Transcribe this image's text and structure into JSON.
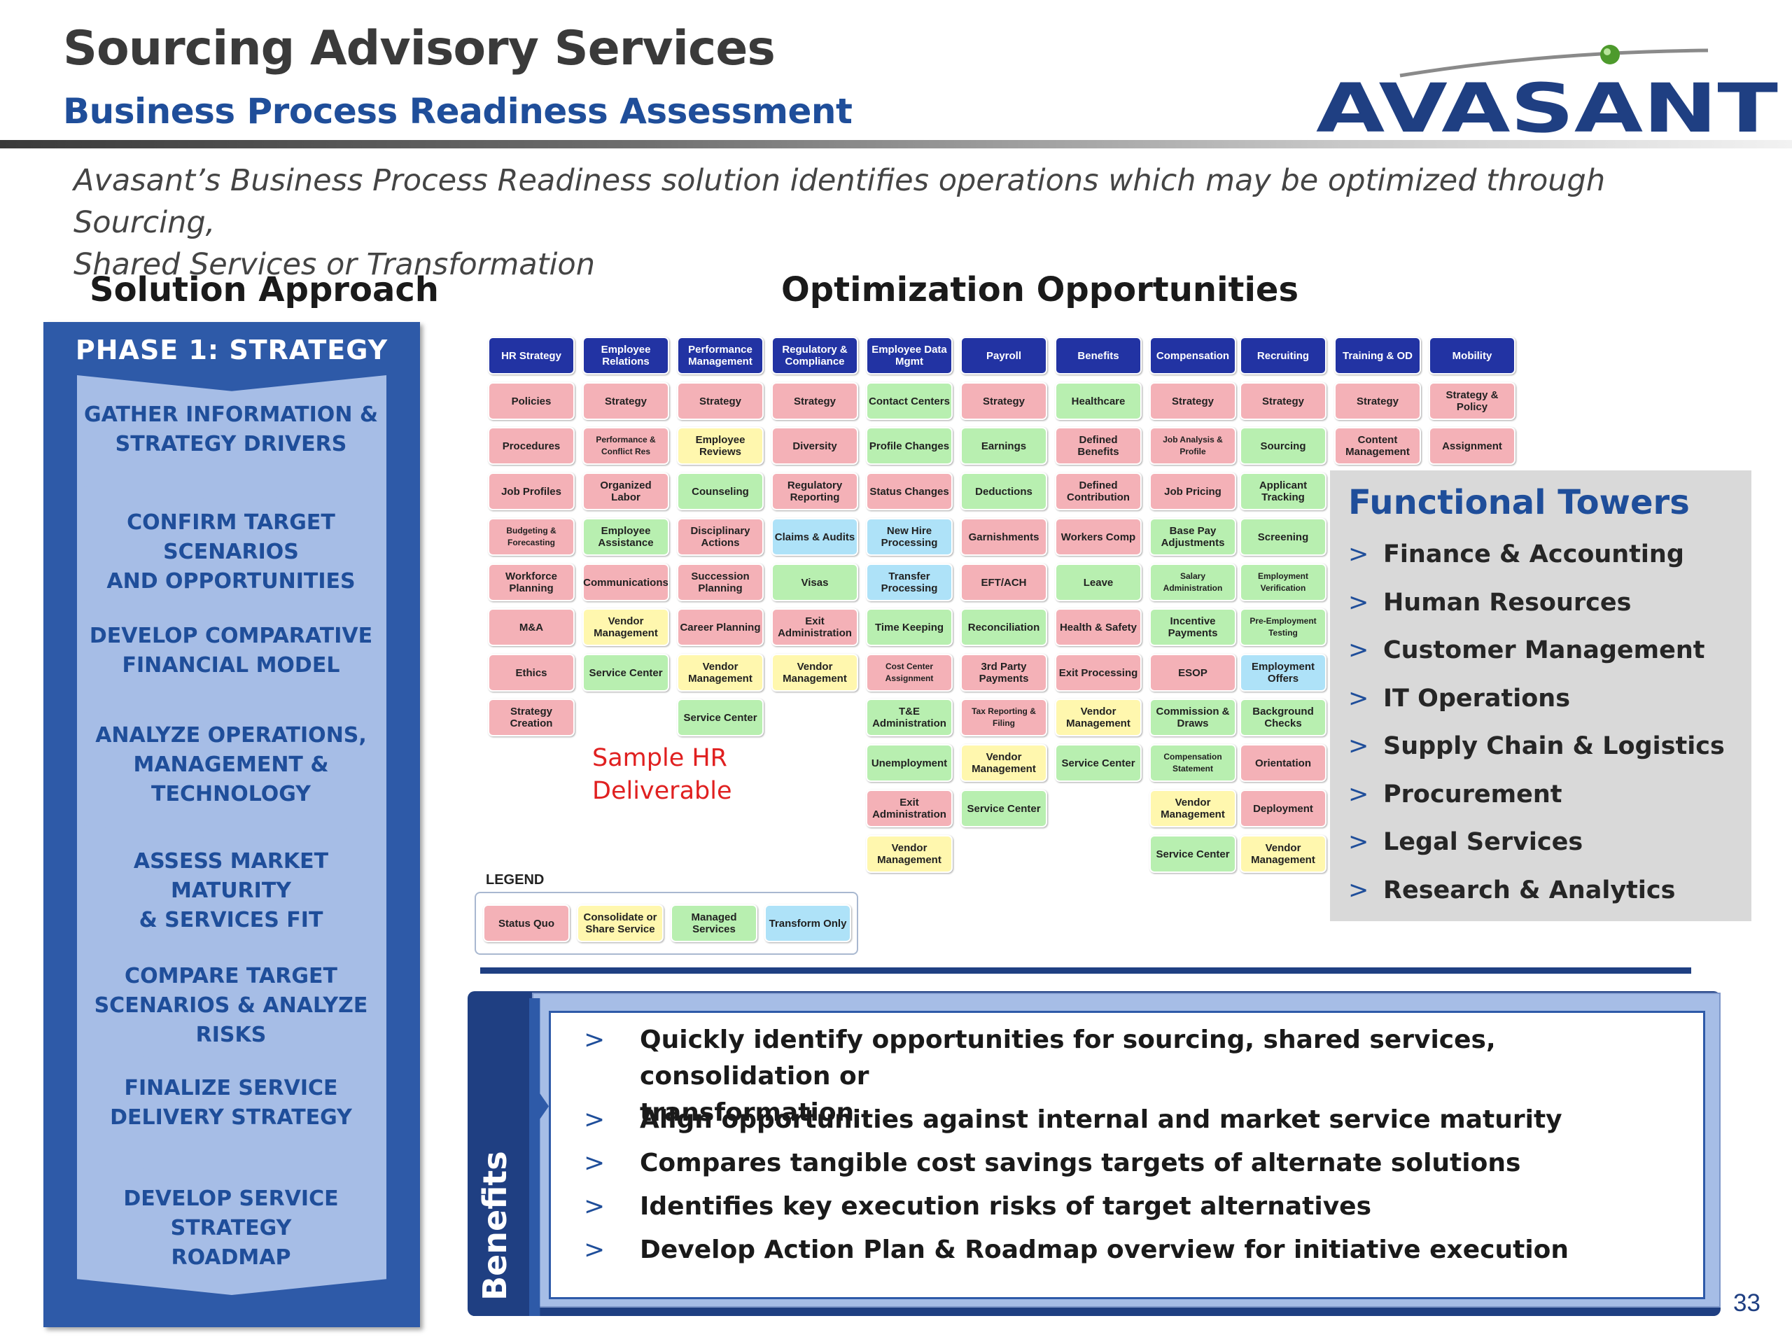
{
  "header": {
    "title": "Sourcing Advisory Services",
    "subtitle": "Business Process Readiness Assessment",
    "logo_text": "AVASANT",
    "tagline_line1": "Avasant’s Business Process Readiness solution identifies operations which may be optimized through Sourcing,",
    "tagline_line2": "Shared Services or Transformation"
  },
  "solution": {
    "title": "Solution Approach",
    "phase_title": "PHASE 1: STRATEGY",
    "steps": [
      [
        "GATHER INFORMATION &",
        "STRATEGY DRIVERS"
      ],
      [
        "CONFIRM TARGET SCENARIOS",
        "AND OPPORTUNITIES"
      ],
      [
        "DEVELOP COMPARATIVE",
        "FINANCIAL MODEL"
      ],
      [
        "ANALYZE OPERATIONS,",
        "MANAGEMENT &",
        "TECHNOLOGY"
      ],
      [
        "ASSESS MARKET MATURITY",
        "& SERVICES FIT"
      ],
      [
        "COMPARE TARGET",
        "SCENARIOS & ANALYZE RISKS"
      ],
      [
        "FINALIZE SERVICE",
        "DELIVERY STRATEGY"
      ],
      [
        "DEVELOP SERVICE STRATEGY",
        "ROADMAP"
      ]
    ]
  },
  "opportunities": {
    "title": "Optimization Opportunities",
    "sample_line1": "Sample HR",
    "sample_line2": "Deliverable",
    "columns": [
      {
        "header": "HR Strategy",
        "cells": [
          [
            "Policies",
            "sq"
          ],
          [
            "Procedures",
            "sq"
          ],
          [
            "Job Profiles",
            "sq"
          ],
          [
            "Budgeting & Forecasting",
            "sq"
          ],
          [
            "Workforce Planning",
            "sq"
          ],
          [
            "M&A",
            "sq"
          ],
          [
            "Ethics",
            "sq"
          ],
          [
            "Strategy Creation",
            "sq"
          ]
        ]
      },
      {
        "header": "Employee Relations",
        "cells": [
          [
            "Strategy",
            "sq"
          ],
          [
            "Performance & Conflict Res",
            "sq"
          ],
          [
            "Organized Labor",
            "sq"
          ],
          [
            "Employee Assistance",
            "ms"
          ],
          [
            "Communications",
            "sq"
          ],
          [
            "Vendor Management",
            "cs"
          ],
          [
            "Service Center",
            "ms"
          ]
        ]
      },
      {
        "header": "Performance Management",
        "cells": [
          [
            "Strategy",
            "sq"
          ],
          [
            "Employee Reviews",
            "cs"
          ],
          [
            "Counseling",
            "ms"
          ],
          [
            "Disciplinary Actions",
            "sq"
          ],
          [
            "Succession Planning",
            "sq"
          ],
          [
            "Career Planning",
            "sq"
          ],
          [
            "Vendor Management",
            "cs"
          ],
          [
            "Service Center",
            "ms"
          ]
        ]
      },
      {
        "header": "Regulatory & Compliance",
        "cells": [
          [
            "Strategy",
            "sq"
          ],
          [
            "Diversity",
            "sq"
          ],
          [
            "Regulatory Reporting",
            "sq"
          ],
          [
            "Claims & Audits",
            "tr"
          ],
          [
            "Visas",
            "ms"
          ],
          [
            "Exit Administration",
            "sq"
          ],
          [
            "Vendor Management",
            "cs"
          ]
        ]
      },
      {
        "header": "Employee Data Mgmt",
        "cells": [
          [
            "Contact Centers",
            "ms"
          ],
          [
            "Profile Changes",
            "ms"
          ],
          [
            "Status Changes",
            "sq"
          ],
          [
            "New Hire Processing",
            "tr"
          ],
          [
            "Transfer Processing",
            "tr"
          ],
          [
            "Time Keeping",
            "ms"
          ],
          [
            "Cost Center Assignment",
            "sq"
          ],
          [
            "T&E Administration",
            "ms"
          ],
          [
            "Unemployment",
            "ms"
          ],
          [
            "Exit Administration",
            "sq"
          ],
          [
            "Vendor Management",
            "cs"
          ]
        ]
      },
      {
        "header": "Payroll",
        "cells": [
          [
            "Strategy",
            "sq"
          ],
          [
            "Earnings",
            "ms"
          ],
          [
            "Deductions",
            "ms"
          ],
          [
            "Garnishments",
            "sq"
          ],
          [
            "EFT/ACH",
            "sq"
          ],
          [
            "Reconciliation",
            "ms"
          ],
          [
            "3rd Party Payments",
            "sq"
          ],
          [
            "Tax Reporting & Filing",
            "sq"
          ],
          [
            "Vendor Management",
            "cs"
          ],
          [
            "Service Center",
            "ms"
          ]
        ]
      },
      {
        "header": "Benefits",
        "cells": [
          [
            "Healthcare",
            "ms"
          ],
          [
            "Defined Benefits",
            "sq"
          ],
          [
            "Defined Contribution",
            "sq"
          ],
          [
            "Workers Comp",
            "sq"
          ],
          [
            "Leave",
            "ms"
          ],
          [
            "Health & Safety",
            "sq"
          ],
          [
            "Exit Processing",
            "sq"
          ],
          [
            "Vendor Management",
            "cs"
          ],
          [
            "Service Center",
            "ms"
          ]
        ]
      },
      {
        "header": "Compensation",
        "cells": [
          [
            "Strategy",
            "sq"
          ],
          [
            "Job Analysis & Profile",
            "sq"
          ],
          [
            "Job Pricing",
            "sq"
          ],
          [
            "Base Pay Adjustments",
            "ms"
          ],
          [
            "Salary Administration",
            "ms"
          ],
          [
            "Incentive Payments",
            "ms"
          ],
          [
            "ESOP",
            "sq"
          ],
          [
            "Commission & Draws",
            "ms"
          ],
          [
            "Compensation Statement",
            "ms"
          ],
          [
            "Vendor Management",
            "cs"
          ],
          [
            "Service Center",
            "ms"
          ]
        ]
      },
      {
        "header": "Recruiting",
        "cells": [
          [
            "Strategy",
            "sq"
          ],
          [
            "Sourcing",
            "ms"
          ],
          [
            "Applicant Tracking",
            "ms"
          ],
          [
            "Screening",
            "ms"
          ],
          [
            "Employment Verification",
            "ms"
          ],
          [
            "Pre-Employment Testing",
            "ms"
          ],
          [
            "Employment Offers",
            "tr"
          ],
          [
            "Background Checks",
            "ms"
          ],
          [
            "Orientation",
            "sq"
          ],
          [
            "Deployment",
            "sq"
          ],
          [
            "Vendor Management",
            "cs"
          ]
        ]
      },
      {
        "header": "Training & OD",
        "cells": [
          [
            "Strategy",
            "sq"
          ],
          [
            "Content Management",
            "sq"
          ]
        ]
      },
      {
        "header": "Mobility",
        "cells": [
          [
            "Strategy & Policy",
            "sq"
          ],
          [
            "Assignment",
            "sq"
          ]
        ]
      }
    ],
    "legend": {
      "title": "LEGEND",
      "items": [
        [
          "Status Quo",
          "sq"
        ],
        [
          "Consolidate or Share Service",
          "cs"
        ],
        [
          "Managed Services",
          "ms"
        ],
        [
          "Transform Only",
          "tr"
        ]
      ]
    },
    "colors": {
      "status_quo": "#f4b1b7",
      "consolidate": "#fff7ae",
      "managed": "#b8efb0",
      "transform": "#aee2f8",
      "header": "#2233a3"
    }
  },
  "towers": {
    "title": "Functional Towers",
    "marker": ">",
    "items": [
      "Finance & Accounting",
      "Human Resources",
      "Customer Management",
      "IT Operations",
      "Supply Chain & Logistics",
      "Procurement",
      "Legal Services",
      "Research & Analytics"
    ]
  },
  "benefits": {
    "label": "Benefits",
    "marker": ">",
    "items": [
      [
        "Quickly identify  opportunities for sourcing,  shared services, consolidation or",
        "transformation"
      ],
      [
        "Align opportunities against internal and market service maturity"
      ],
      [
        "Compares tangible cost savings targets of alternate solutions"
      ],
      [
        "Identifies key execution risks of target alternatives"
      ],
      [
        "Develop Action Plan & Roadmap overview for initiative execution"
      ]
    ]
  },
  "page_number": "33"
}
